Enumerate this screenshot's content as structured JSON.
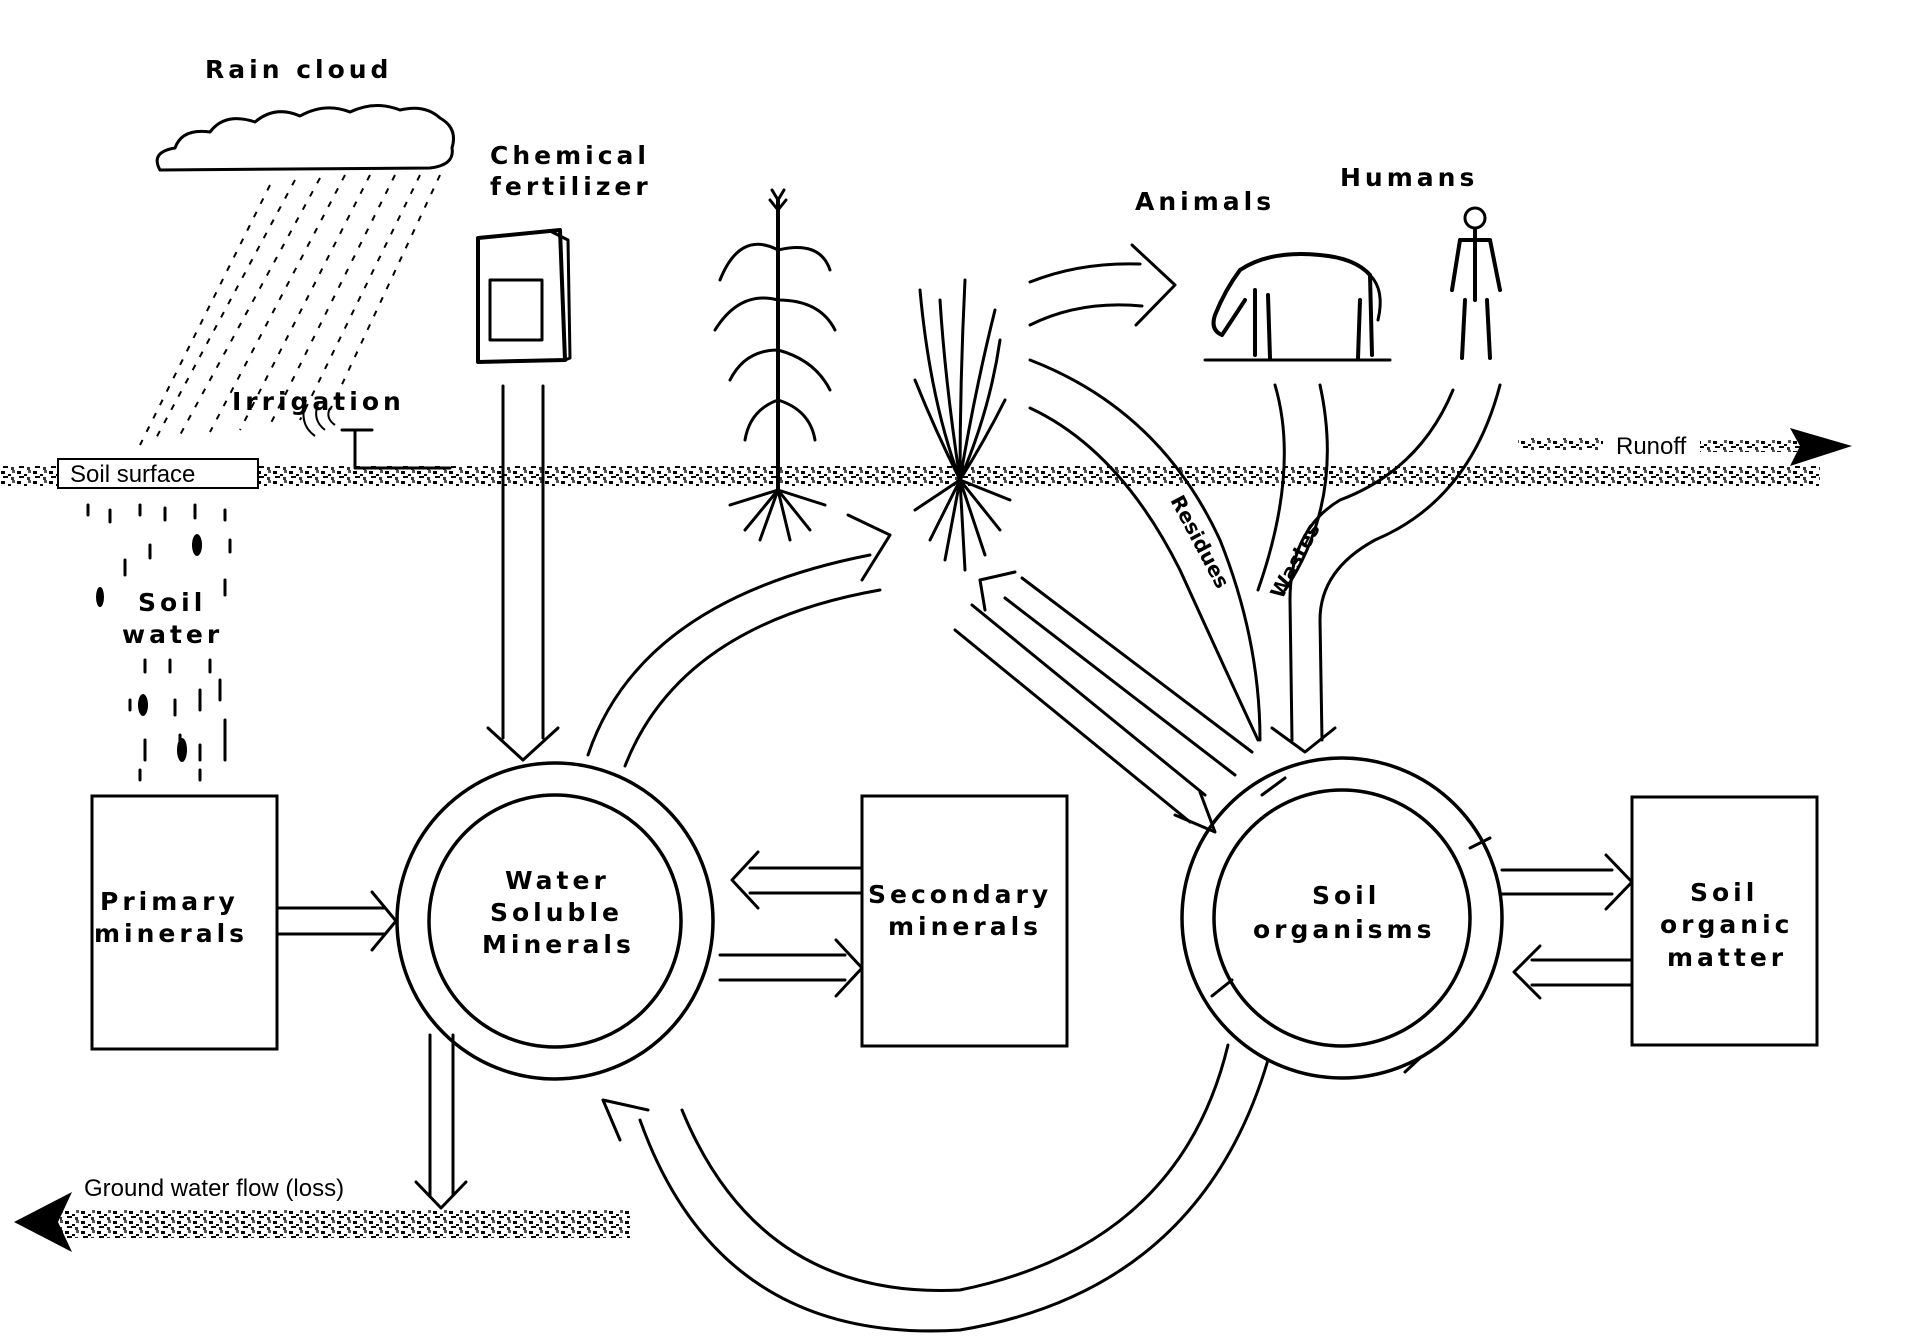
{
  "labels": {
    "rain_cloud": "Rain cloud",
    "chemical_fertilizer_1": "Chemical",
    "chemical_fertilizer_2": "fertilizer",
    "animals": "Animals",
    "humans": "Humans",
    "irrigation": "Irrigation",
    "soil_surface": "Soil surface",
    "runoff": "Runoff",
    "soil_water_1": "Soil",
    "soil_water_2": "water",
    "primary_minerals_1": "Primary",
    "primary_minerals_2": "minerals",
    "water_soluble_1": "Water",
    "water_soluble_2": "Soluble",
    "water_soluble_3": "Minerals",
    "secondary_minerals_1": "Secondary",
    "secondary_minerals_2": "minerals",
    "soil_organisms_1": "Soil",
    "soil_organisms_2": "organisms",
    "soil_organic_1": "Soil",
    "soil_organic_2": "organic",
    "soil_organic_3": "matter",
    "residues": "Residues",
    "wastes": "Wastes",
    "ground_water_flow": "Ground water flow (loss)"
  },
  "icons": [
    "rain-cloud-icon",
    "fertilizer-bag-icon",
    "sprinkler-icon",
    "corn-plant-icon",
    "grass-plant-icon",
    "horse-icon",
    "human-icon"
  ]
}
